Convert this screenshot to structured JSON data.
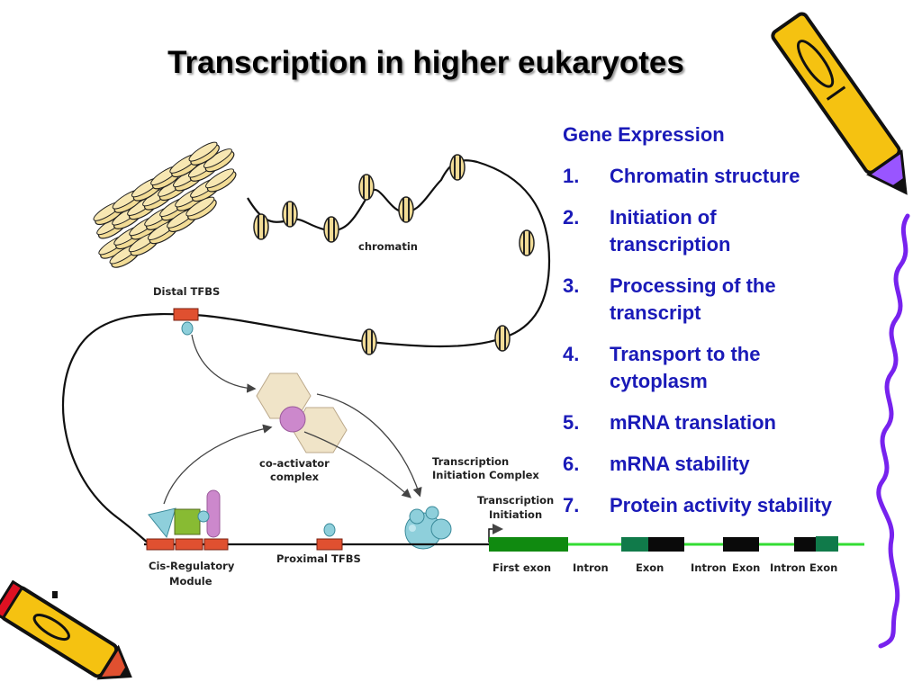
{
  "title": "Transcription in higher eukaryotes",
  "gene_expression": {
    "heading": "Gene Expression",
    "items": [
      {
        "num": "1.",
        "text": "Chromatin structure"
      },
      {
        "num": "2.",
        "text": "Initiation of transcription"
      },
      {
        "num": "3.",
        "text": "Processing of the transcript"
      },
      {
        "num": "4.",
        "text": "Transport to the cytoplasm"
      },
      {
        "num": "5.",
        "text": "mRNA translation"
      },
      {
        "num": "6.",
        "text": "mRNA stability"
      },
      {
        "num": "7.",
        "text": "Protein activity stability"
      }
    ]
  },
  "diagram": {
    "chromatin": "chromatin",
    "distal_tfbs": "Distal TFBS",
    "coactivator_1": "co-activator",
    "coactivator_2": "complex",
    "tic_1": "Transcription",
    "tic_2": "Initiation Complex",
    "ti_1": "Transcription",
    "ti_2": "Initiation",
    "crm_1": "Cis-Regulatory",
    "crm_2": "Module",
    "proximal_tfbs": "Proximal TFBS",
    "first_exon": "First exon",
    "intron_1": "Intron",
    "exon_1": "Exon",
    "intron_2": "Intron",
    "exon_2": "Exon",
    "intron_3": "Intron",
    "exon_3": "Exon"
  },
  "colors": {
    "title_text": "#000000",
    "list_text": "#1a1ab8",
    "intron_line": "#33dd33",
    "first_exon": "#108a10",
    "exon_dark": "#0a0a0a",
    "exon_green": "#107a4a",
    "binding_site": "#e05030",
    "nucleosome": "#f2dc96",
    "hexagon": "#f0e4c8",
    "coactivator_ball": "#cc88cc",
    "initiation_blob": "#8ecfdb",
    "border_squiggle": "#7722ee",
    "pencil_body": "#f5c211",
    "pencil_outline": "#111111"
  },
  "icons": {
    "top_right": "pencil-icon",
    "bottom_left": "pencil-icon",
    "right_border": "squiggle-border"
  }
}
